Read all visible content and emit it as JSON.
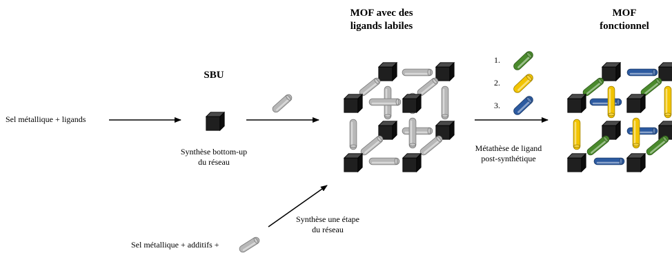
{
  "titles": {
    "mof_labile_line1": "MOF avec des",
    "mof_labile_line2": "ligands  labiles",
    "mof_functional_line1": "MOF",
    "mof_functional_line2": "fonctionnel",
    "sbu": "SBU"
  },
  "labels": {
    "salt_ligands": "Sel métallique  + ligands",
    "salt_additives": "Sel métallique  + additifs  +",
    "bottom_up_line1": "Synthèse  bottom-up",
    "bottom_up_line2": "du réseau",
    "one_step_line1": "Synthèse  une  étape",
    "one_step_line2": "du réseau",
    "metathesis_line1": "Métathèse de ligand",
    "metathesis_line2": "post-synthétique"
  },
  "ligand_list": [
    {
      "number": "1.",
      "color": "#4a8a2c",
      "name": "green-ligand"
    },
    {
      "number": "2.",
      "color": "#f2c400",
      "name": "yellow-ligand"
    },
    {
      "number": "3.",
      "color": "#2c5aa0",
      "name": "blue-ligand"
    }
  ],
  "colors": {
    "node": "#1f1f1f",
    "labile_ligand": "#b8b8b8",
    "green": "#4a8a2c",
    "yellow": "#f2c400",
    "blue": "#2c5aa0"
  }
}
